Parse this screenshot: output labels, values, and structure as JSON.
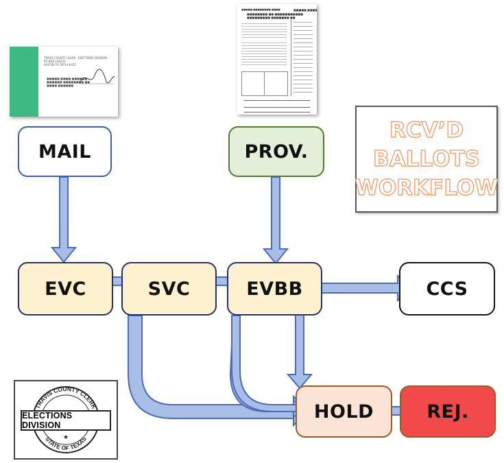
{
  "title_lines": [
    "RCV’D",
    "BALLOTS",
    "WORKFLOW"
  ],
  "nodes": {
    "mail": "MAIL",
    "prov": "PROV.",
    "evc": "EVC",
    "svc": "SVC",
    "evbb": "EVBB",
    "ccs": "CCS",
    "hold": "HOLD",
    "rej": "REJ."
  },
  "logo": {
    "top_text": "TRAVIS COUNTY CLERK",
    "title": "ELECTIONS DIVISION",
    "bottom_text": "STATE OF TEXAS"
  },
  "colors": {
    "arrow_fill": "#a9bee6",
    "arrow_stroke": "#4a6bb6",
    "mail_fill": "#ffffff",
    "mail_border": "#3f5ea8",
    "prov_fill": "#e3efd9",
    "prov_border": "#4f7a2c",
    "core_fill": "#fdf1cf",
    "core_border": "#22306b",
    "ccs_fill": "#ffffff",
    "ccs_border": "#111111",
    "hold_fill": "#fbe3d6",
    "hold_border": "#9a5a24",
    "rej_fill": "#f24a4a",
    "rej_border": "#9a5a24",
    "title_color": "#f2a06a"
  }
}
